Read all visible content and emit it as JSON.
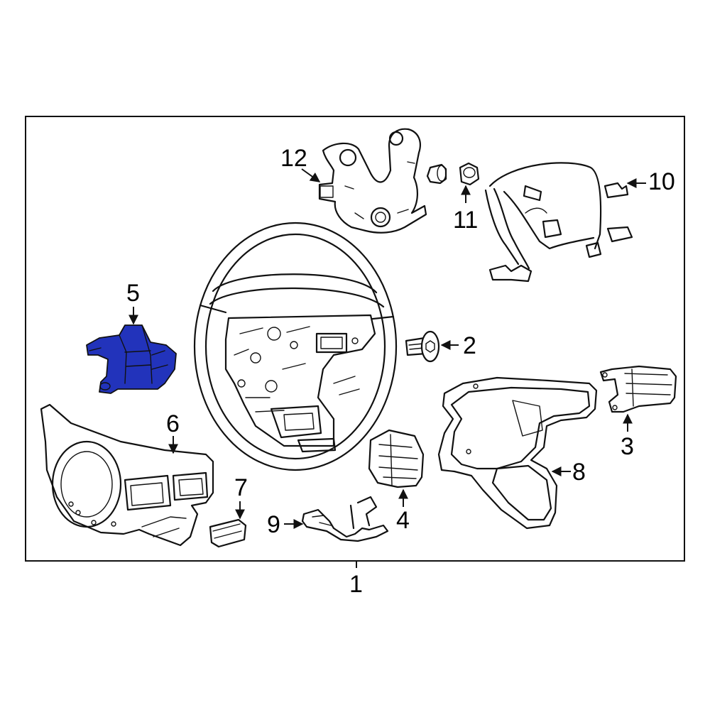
{
  "highlight_color": "#2233BB",
  "highlighted_part": "5",
  "callouts": {
    "c1": "1",
    "c2": "2",
    "c3": "3",
    "c4": "4",
    "c5": "5",
    "c6": "6",
    "c7": "7",
    "c8": "8",
    "c9": "9",
    "c10": "10",
    "c11": "11",
    "c12": "12"
  }
}
